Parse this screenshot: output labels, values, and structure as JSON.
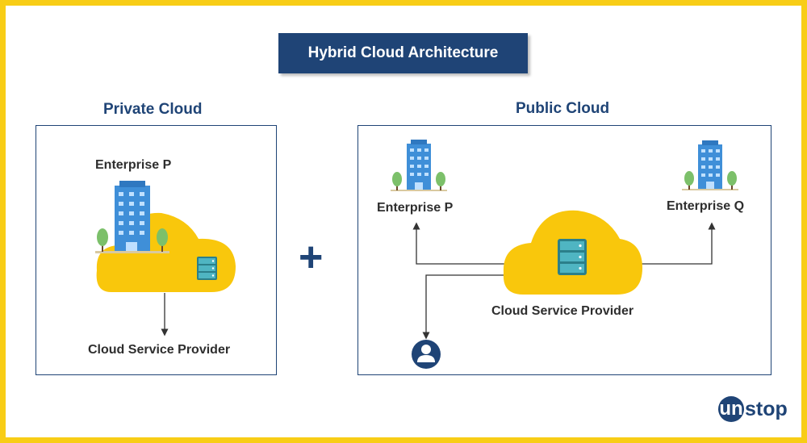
{
  "title": "Hybrid Cloud Architecture",
  "private_cloud": {
    "heading": "Private Cloud",
    "enterprise": "Enterprise P",
    "provider": "Cloud Service Provider"
  },
  "public_cloud": {
    "heading": "Public Cloud",
    "enterprise_left": "Enterprise P",
    "enterprise_right": "Enterprise Q",
    "provider": "Cloud Service Provider"
  },
  "combine_symbol": "+",
  "logo": {
    "first": "un",
    "rest": "stop"
  },
  "icons": {
    "building": "office-building-icon",
    "tree": "tree-icon",
    "cloud": "cloud-icon",
    "server": "server-rack-icon",
    "user": "user-avatar-icon",
    "arrow": "arrow-icon"
  },
  "colors": {
    "frame": "#f8cd16",
    "navy": "#1f4476",
    "cloud": "#f9c70c",
    "building": "#3f8fd8",
    "server": "#4fb5c2",
    "tree": "#7cc06a"
  }
}
